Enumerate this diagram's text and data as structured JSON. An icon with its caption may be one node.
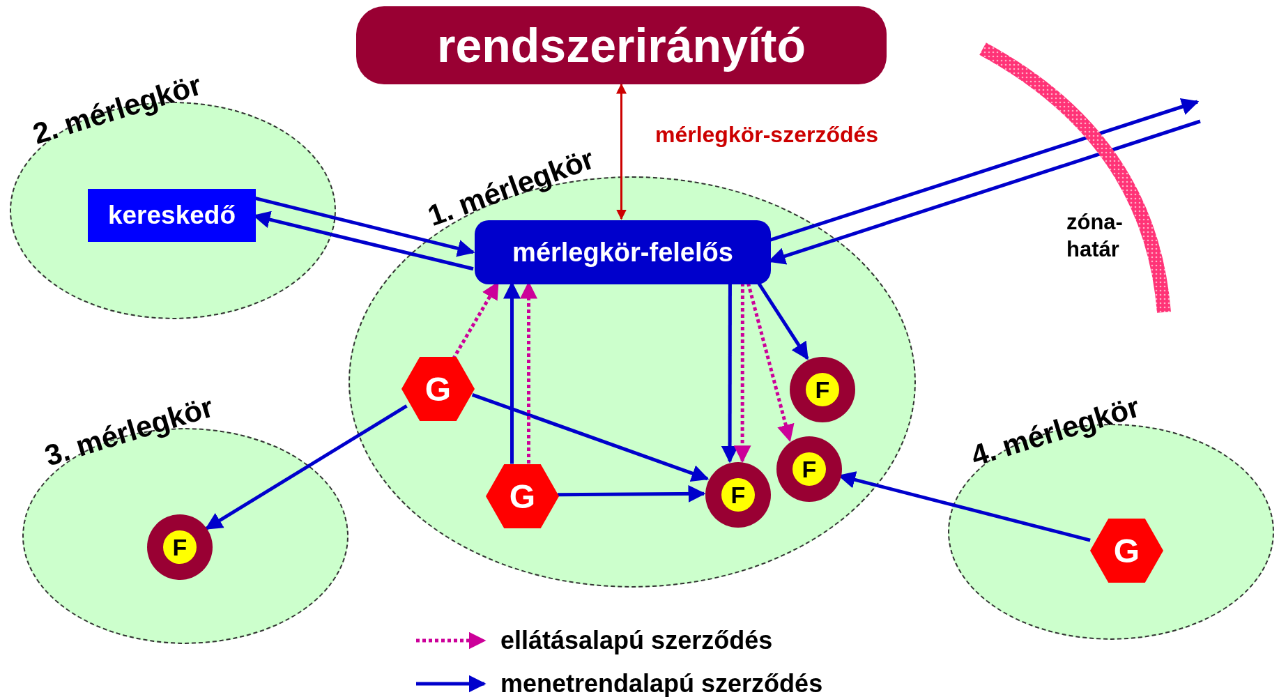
{
  "diagram": {
    "nodes": [
      {
        "text": [
          "rendszerirányító"
        ]
      },
      {
        "text": [
          "2. mérlegkör"
        ]
      },
      {
        "text": [
          "kereskedő"
        ],
        "in": 1
      },
      {
        "text": [
          "1. mérlegkör"
        ]
      },
      {
        "text": [
          "mérlegkör-felelős"
        ],
        "in": 3
      },
      {
        "text": [
          "G"
        ],
        "in": 3
      },
      {
        "text": [
          "F"
        ],
        "in": 3
      },
      {
        "text": [
          "F"
        ],
        "in": 3
      },
      {
        "text": [
          "G"
        ],
        "in": 3
      },
      {
        "text": [
          "F"
        ],
        "in": 3
      },
      {
        "text": [
          "3. mérlegkör"
        ]
      },
      {
        "text": [
          "F"
        ],
        "in": 10
      },
      {
        "text": [
          "4. mérlegkör"
        ]
      },
      {
        "text": [
          "G"
        ],
        "in": 12
      }
    ],
    "edges": [
      {
        "from": 0,
        "to": 4,
        "arrow": "both",
        "label": "mérlegkör-szerződés",
        "color": "#cc0000"
      },
      {
        "from": 2,
        "to": 4,
        "arrow": "to"
      },
      {
        "from": 4,
        "to": 2,
        "arrow": "to"
      },
      {
        "from": 4,
        "to": null,
        "arrow": "to"
      },
      {
        "from": null,
        "to": 4,
        "arrow": "to"
      },
      {
        "from": 5,
        "to": 9,
        "arrow": "to"
      },
      {
        "from": 5,
        "to": 11,
        "arrow": "to"
      },
      {
        "from": 8,
        "to": 4,
        "arrow": "to"
      },
      {
        "from": 8,
        "to": 4,
        "arrow": "to",
        "style": "dashed",
        "color": "#cc0099"
      },
      {
        "from": 5,
        "to": 4,
        "arrow": "to",
        "style": "dashed",
        "color": "#cc0099"
      },
      {
        "from": 4,
        "to": 9,
        "arrow": "to"
      },
      {
        "from": 4,
        "to": 9,
        "arrow": "to",
        "style": "dashed",
        "color": "#cc0099"
      },
      {
        "from": 4,
        "to": 7,
        "arrow": "to",
        "style": "dashed",
        "color": "#cc0099"
      },
      {
        "from": 4,
        "to": 6,
        "arrow": "to"
      },
      {
        "from": 8,
        "to": 9,
        "arrow": "to"
      },
      {
        "from": 13,
        "to": 7,
        "arrow": "to"
      }
    ],
    "labels": [
      "zóna- határ"
    ],
    "legend": [
      {
        "text": "ellátásalapú szerződés"
      },
      {
        "text": "menetrendalapú szerződés"
      }
    ]
  }
}
